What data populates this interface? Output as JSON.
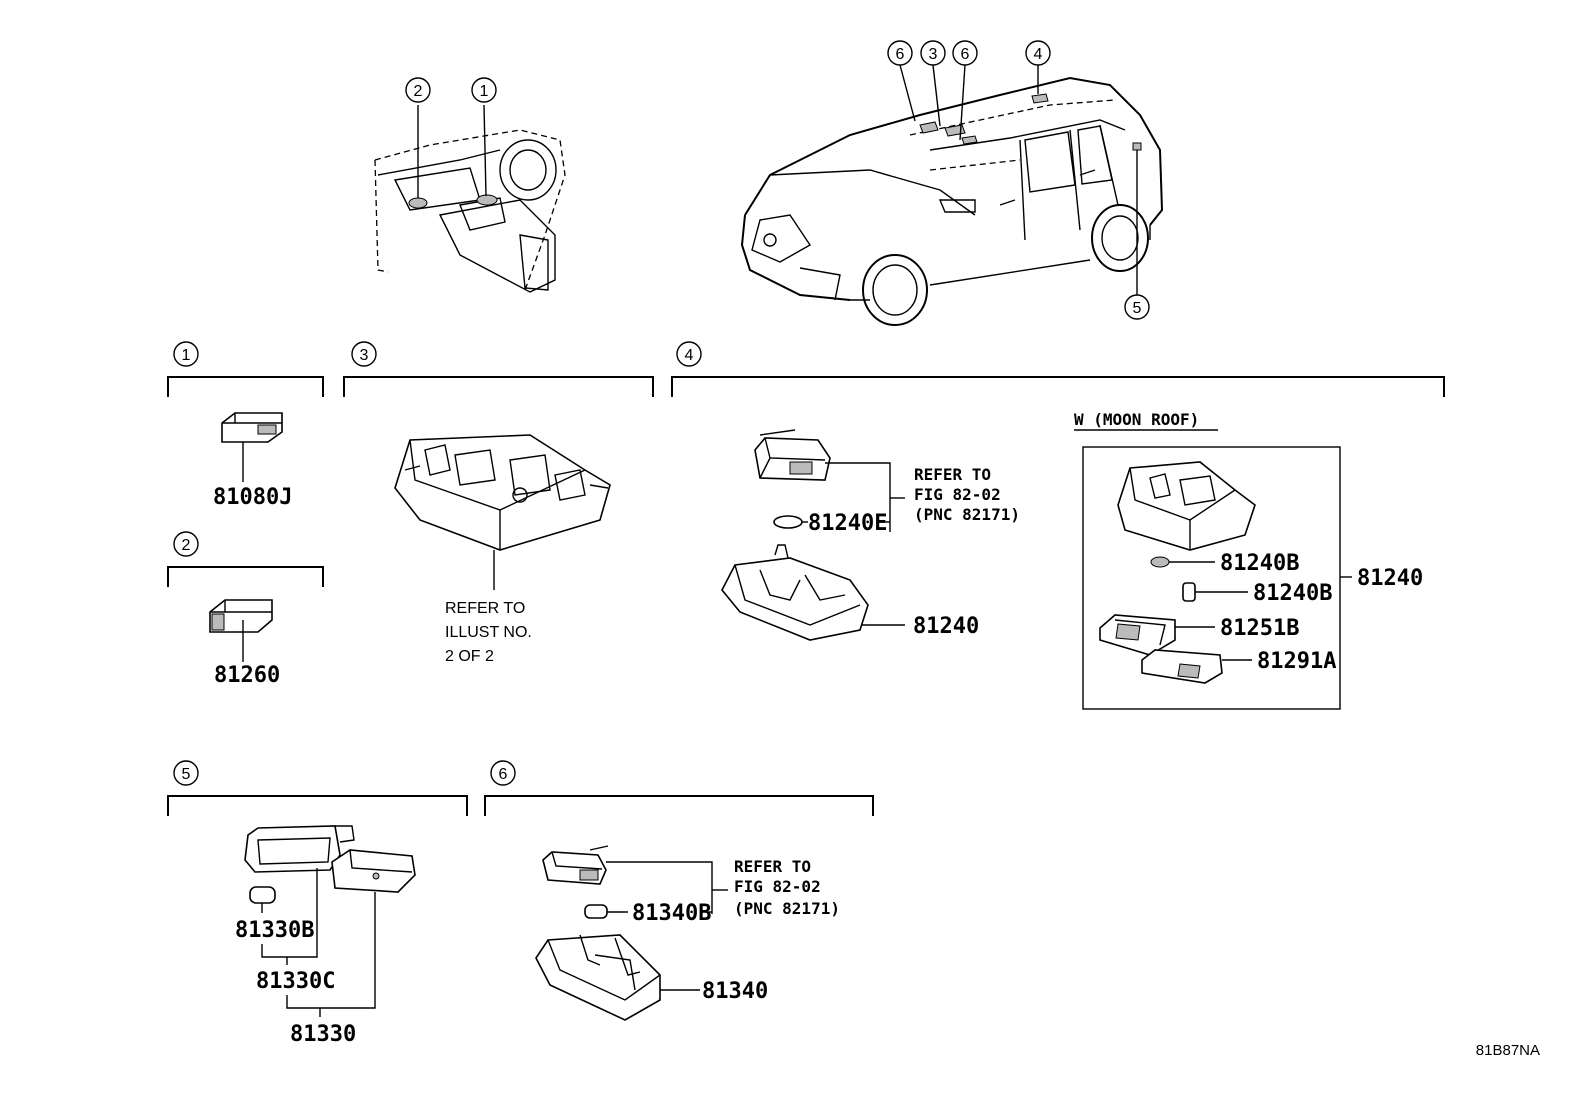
{
  "callouts": {
    "c1": "1",
    "c2": "2",
    "c3": "3",
    "c4": "4",
    "c5": "5",
    "c6": "6"
  },
  "sections": {
    "s1": {
      "number": "1",
      "parts": [
        "81080J"
      ]
    },
    "s2": {
      "number": "2",
      "parts": [
        "81260"
      ]
    },
    "s3": {
      "number": "3",
      "refer": [
        "REFER TO",
        "ILLUST NO.",
        "2 OF 2"
      ]
    },
    "s4": {
      "number": "4",
      "refer": [
        "REFER TO",
        "FIG 82-02",
        "(PNC 82171)"
      ],
      "parts": [
        "81240E",
        "81240"
      ],
      "moon_roof": {
        "label": "W (MOON ROOF)",
        "parts": [
          "81240B",
          "81240B",
          "81251B",
          "81291A"
        ],
        "assembly": "81240"
      }
    },
    "s5": {
      "number": "5",
      "parts": [
        "81330B",
        "81330C",
        "81330"
      ]
    },
    "s6": {
      "number": "6",
      "refer": [
        "REFER TO",
        "FIG 82-02",
        "(PNC 82171)"
      ],
      "parts": [
        "81340B",
        "81340"
      ]
    }
  },
  "figure_code": "81B87NA"
}
